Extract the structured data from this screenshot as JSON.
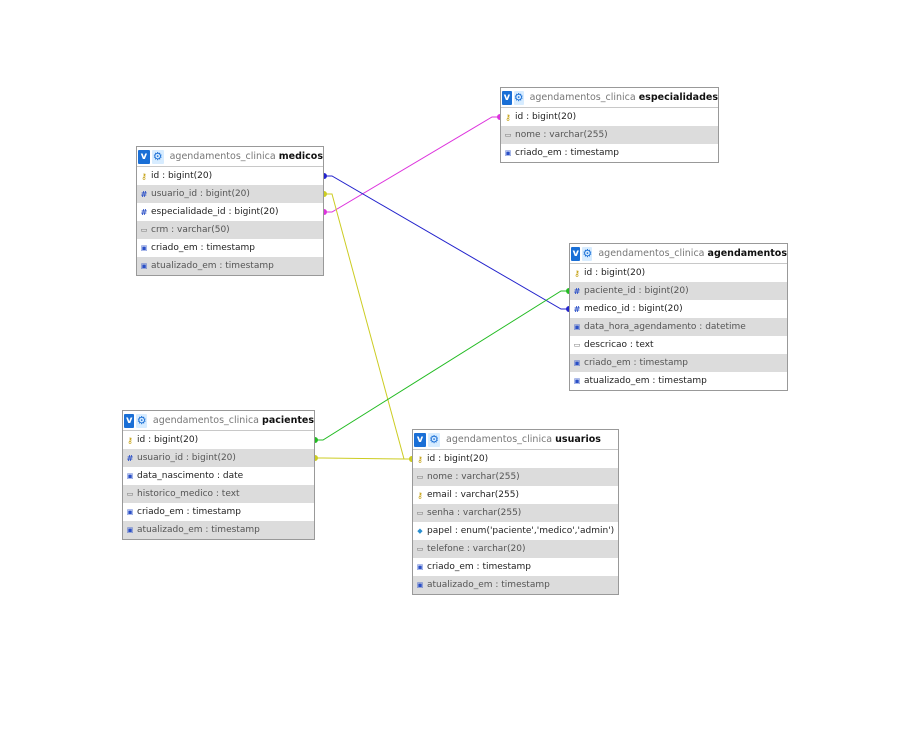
{
  "tables": {
    "especialidades": {
      "schema": "agendamentos_clinica",
      "name": "especialidades",
      "columns": [
        {
          "label": "id : bigint(20)",
          "icon": "key-icon"
        },
        {
          "label": "nome : varchar(255)",
          "icon": "text-icon"
        },
        {
          "label": "criado_em : timestamp",
          "icon": "time-icon"
        }
      ]
    },
    "medicos": {
      "schema": "agendamentos_clinica",
      "name": "medicos",
      "columns": [
        {
          "label": "id : bigint(20)",
          "icon": "key-icon"
        },
        {
          "label": "usuario_id : bigint(20)",
          "icon": "hash-icon"
        },
        {
          "label": "especialidade_id : bigint(20)",
          "icon": "hash-icon"
        },
        {
          "label": "crm : varchar(50)",
          "icon": "text-icon"
        },
        {
          "label": "criado_em : timestamp",
          "icon": "time-icon"
        },
        {
          "label": "atualizado_em : timestamp",
          "icon": "time-icon"
        }
      ]
    },
    "agendamentos": {
      "schema": "agendamentos_clinica",
      "name": "agendamentos",
      "columns": [
        {
          "label": "id : bigint(20)",
          "icon": "key-icon"
        },
        {
          "label": "paciente_id : bigint(20)",
          "icon": "hash-icon"
        },
        {
          "label": "medico_id : bigint(20)",
          "icon": "hash-icon"
        },
        {
          "label": "data_hora_agendamento : datetime",
          "icon": "time-icon"
        },
        {
          "label": "descricao : text",
          "icon": "text-icon"
        },
        {
          "label": "criado_em : timestamp",
          "icon": "time-icon"
        },
        {
          "label": "atualizado_em : timestamp",
          "icon": "time-icon"
        }
      ]
    },
    "pacientes": {
      "schema": "agendamentos_clinica",
      "name": "pacientes",
      "columns": [
        {
          "label": "id : bigint(20)",
          "icon": "key-icon"
        },
        {
          "label": "usuario_id : bigint(20)",
          "icon": "hash-icon"
        },
        {
          "label": "data_nascimento : date",
          "icon": "time-icon"
        },
        {
          "label": "historico_medico : text",
          "icon": "text-icon"
        },
        {
          "label": "criado_em : timestamp",
          "icon": "time-icon"
        },
        {
          "label": "atualizado_em : timestamp",
          "icon": "time-icon"
        }
      ]
    },
    "usuarios": {
      "schema": "agendamentos_clinica",
      "name": "usuarios",
      "columns": [
        {
          "label": "id : bigint(20)",
          "icon": "key-icon"
        },
        {
          "label": "nome : varchar(255)",
          "icon": "text-icon"
        },
        {
          "label": "email : varchar(255)",
          "icon": "key-icon"
        },
        {
          "label": "senha : varchar(255)",
          "icon": "text-icon"
        },
        {
          "label": "papel : enum('paciente','medico','admin')",
          "icon": "enum-icon"
        },
        {
          "label": "telefone : varchar(20)",
          "icon": "text-icon"
        },
        {
          "label": "criado_em : timestamp",
          "icon": "time-icon"
        },
        {
          "label": "atualizado_em : timestamp",
          "icon": "time-icon"
        }
      ]
    }
  },
  "relations": [
    {
      "from": "medicos.especialidade_id",
      "to": "especialidades.id",
      "color": "#dd33dd"
    },
    {
      "from": "medicos.id",
      "to": "agendamentos.medico_id",
      "color": "#2222cc"
    },
    {
      "from": "medicos.usuario_id",
      "to": "usuarios.id",
      "color": "#cccc22"
    },
    {
      "from": "pacientes.id",
      "to": "agendamentos.paciente_id",
      "color": "#22bb22"
    },
    {
      "from": "pacientes.usuario_id",
      "to": "usuarios.id",
      "color": "#cccc22"
    }
  ],
  "icons": {
    "key-icon": "⚷",
    "hash-icon": "#",
    "text-icon": "▭",
    "time-icon": "▣",
    "enum-icon": "◆"
  }
}
